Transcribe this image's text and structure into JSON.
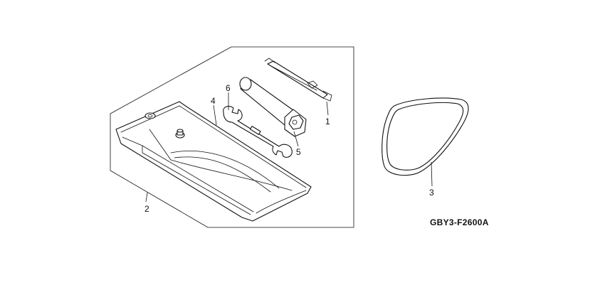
{
  "callouts": {
    "tool_roll": "2",
    "wrench": "4",
    "spanner_6": "6",
    "screwdriver": "1",
    "box_wrench": "5",
    "belt": "3"
  },
  "diagram_code": "GBY3-F2600A"
}
